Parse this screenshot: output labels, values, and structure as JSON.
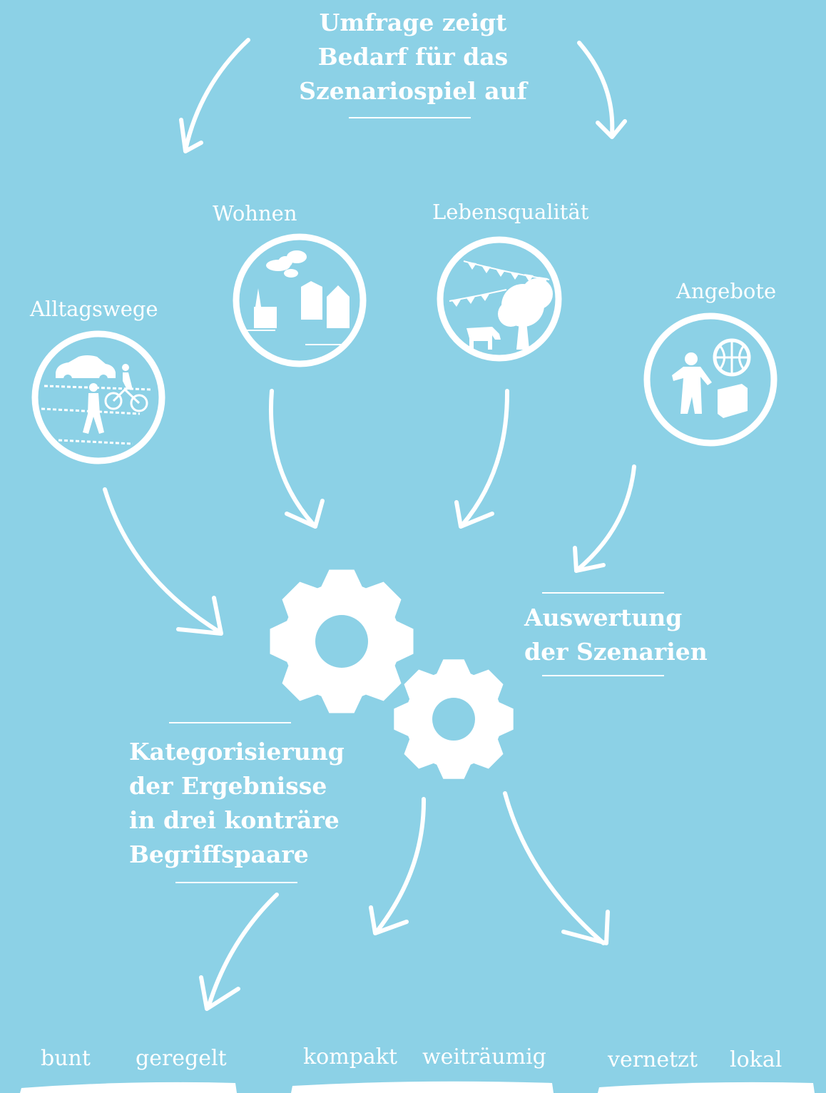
{
  "title": {
    "line1": "Umfrage  zeigt",
    "line2": "Bedarf für das",
    "line3": "Szenariospiel auf"
  },
  "categories": {
    "alltagswege": "Alltagswege",
    "wohnen": "Wohnen",
    "lebensqualitaet": "Lebensqualität",
    "angebote": "Angebote"
  },
  "evaluation": {
    "line1": "Auswertung",
    "line2": "der Szenarien"
  },
  "categorization": {
    "line1": "Kategorisierung",
    "line2": "der Ergebnisse",
    "line3": "in drei konträre",
    "line4": "Begriffspaare"
  },
  "pairs": [
    {
      "a": "bunt",
      "b": "geregelt"
    },
    {
      "a": "kompakt",
      "b": "weiträumig"
    },
    {
      "a": "vernetzt",
      "b": "lokal"
    }
  ],
  "colors": {
    "background": "#8cd1e6",
    "foreground": "#ffffff"
  },
  "icons": [
    "car-icon",
    "cyclist-icon",
    "pedestrian-icon",
    "church-icon",
    "houses-icon",
    "clouds-icon",
    "bunting-icon",
    "tree-icon",
    "cow-icon",
    "child-icon",
    "basketball-icon",
    "book-icon",
    "gear-icon"
  ]
}
